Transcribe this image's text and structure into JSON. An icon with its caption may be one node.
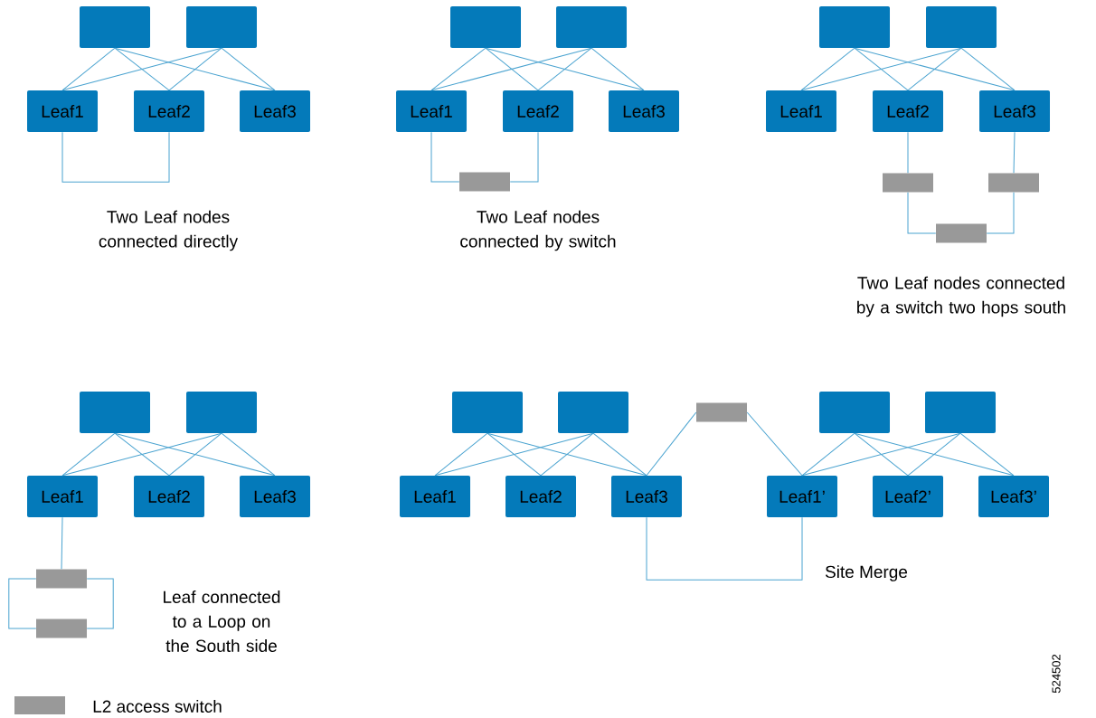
{
  "diagram": {
    "nodes": [
      {
        "text": [],
        "shape": "box"
      },
      {
        "text": [],
        "shape": "box"
      },
      {
        "text": [
          "Leaf1"
        ]
      },
      {
        "text": [
          "Leaf2"
        ]
      },
      {
        "text": [
          "Leaf3"
        ]
      },
      {
        "text": [],
        "shape": "box"
      },
      {
        "text": [],
        "shape": "box"
      },
      {
        "text": [
          "Leaf1"
        ]
      },
      {
        "text": [
          "Leaf2"
        ]
      },
      {
        "text": [
          "Leaf3"
        ]
      },
      {
        "text": [],
        "shape": "bar"
      },
      {
        "text": [],
        "shape": "box"
      },
      {
        "text": [],
        "shape": "box"
      },
      {
        "text": [
          "Leaf1"
        ]
      },
      {
        "text": [
          "Leaf2"
        ]
      },
      {
        "text": [
          "Leaf3"
        ]
      },
      {
        "text": [],
        "shape": "bar"
      },
      {
        "text": [],
        "shape": "bar"
      },
      {
        "text": [],
        "shape": "bar"
      },
      {
        "text": [],
        "shape": "box"
      },
      {
        "text": [],
        "shape": "box"
      },
      {
        "text": [
          "Leaf1"
        ]
      },
      {
        "text": [
          "Leaf2"
        ]
      },
      {
        "text": [
          "Leaf3"
        ]
      },
      {
        "text": [],
        "shape": "bar"
      },
      {
        "text": [],
        "shape": "bar"
      },
      {
        "text": [],
        "shape": "box"
      },
      {
        "text": [],
        "shape": "box"
      },
      {
        "text": [
          "Leaf1"
        ]
      },
      {
        "text": [
          "Leaf2"
        ]
      },
      {
        "text": [
          "Leaf3"
        ]
      },
      {
        "text": [],
        "shape": "bar"
      },
      {
        "text": [],
        "shape": "box"
      },
      {
        "text": [],
        "shape": "box"
      },
      {
        "text": [
          "Leaf1’"
        ]
      },
      {
        "text": [
          "Leaf2’"
        ]
      },
      {
        "text": [
          "Leaf3’"
        ]
      }
    ],
    "edges": [
      {
        "from": 0,
        "to": 2,
        "arrow": "none"
      },
      {
        "from": 0,
        "to": 3,
        "arrow": "none"
      },
      {
        "from": 0,
        "to": 4,
        "arrow": "none"
      },
      {
        "from": 1,
        "to": 2,
        "arrow": "none"
      },
      {
        "from": 1,
        "to": 3,
        "arrow": "none"
      },
      {
        "from": 1,
        "to": 4,
        "arrow": "none"
      },
      {
        "from": 2,
        "to": 3,
        "arrow": "none"
      },
      {
        "from": 5,
        "to": 7,
        "arrow": "none"
      },
      {
        "from": 5,
        "to": 8,
        "arrow": "none"
      },
      {
        "from": 5,
        "to": 9,
        "arrow": "none"
      },
      {
        "from": 6,
        "to": 7,
        "arrow": "none"
      },
      {
        "from": 6,
        "to": 8,
        "arrow": "none"
      },
      {
        "from": 6,
        "to": 9,
        "arrow": "none"
      },
      {
        "from": 7,
        "to": 10,
        "arrow": "none"
      },
      {
        "from": 8,
        "to": 10,
        "arrow": "none"
      },
      {
        "from": 11,
        "to": 13,
        "arrow": "none"
      },
      {
        "from": 11,
        "to": 14,
        "arrow": "none"
      },
      {
        "from": 11,
        "to": 15,
        "arrow": "none"
      },
      {
        "from": 12,
        "to": 13,
        "arrow": "none"
      },
      {
        "from": 12,
        "to": 14,
        "arrow": "none"
      },
      {
        "from": 12,
        "to": 15,
        "arrow": "none"
      },
      {
        "from": 14,
        "to": 16,
        "arrow": "none"
      },
      {
        "from": 15,
        "to": 17,
        "arrow": "none"
      },
      {
        "from": 16,
        "to": 18,
        "arrow": "none"
      },
      {
        "from": 17,
        "to": 18,
        "arrow": "none"
      },
      {
        "from": 19,
        "to": 21,
        "arrow": "none"
      },
      {
        "from": 19,
        "to": 22,
        "arrow": "none"
      },
      {
        "from": 19,
        "to": 23,
        "arrow": "none"
      },
      {
        "from": 20,
        "to": 21,
        "arrow": "none"
      },
      {
        "from": 20,
        "to": 22,
        "arrow": "none"
      },
      {
        "from": 20,
        "to": 23,
        "arrow": "none"
      },
      {
        "from": 21,
        "to": 24,
        "arrow": "none"
      },
      {
        "from": 24,
        "to": 25,
        "arrow": "none"
      },
      {
        "from": 24,
        "to": 25,
        "arrow": "none"
      },
      {
        "from": 26,
        "to": 28,
        "arrow": "none"
      },
      {
        "from": 26,
        "to": 29,
        "arrow": "none"
      },
      {
        "from": 26,
        "to": 30,
        "arrow": "none"
      },
      {
        "from": 27,
        "to": 28,
        "arrow": "none"
      },
      {
        "from": 27,
        "to": 29,
        "arrow": "none"
      },
      {
        "from": 27,
        "to": 30,
        "arrow": "none"
      },
      {
        "from": 30,
        "to": 31,
        "arrow": "none"
      },
      {
        "from": 31,
        "to": 34,
        "arrow": "none"
      },
      {
        "from": 30,
        "to": 34,
        "arrow": "none"
      },
      {
        "from": 32,
        "to": 34,
        "arrow": "none"
      },
      {
        "from": 32,
        "to": 35,
        "arrow": "none"
      },
      {
        "from": 32,
        "to": 36,
        "arrow": "none"
      },
      {
        "from": 33,
        "to": 34,
        "arrow": "none"
      },
      {
        "from": 33,
        "to": 35,
        "arrow": "none"
      },
      {
        "from": 33,
        "to": 36,
        "arrow": "none"
      }
    ],
    "labels": [
      "Two Leaf nodes connected directly",
      "Two Leaf nodes connected by switch",
      "Two Leaf nodes connected by a switch two hops south",
      "Leaf connected to a Loop on the South side",
      "Site Merge",
      "524502"
    ],
    "legend": [
      {
        "text": "L2 access switch",
        "color": "#999999"
      }
    ]
  }
}
